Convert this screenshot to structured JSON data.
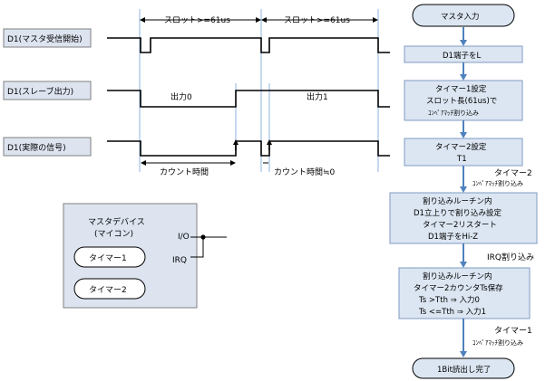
{
  "timing": {
    "slot1_label": "スロット>=61us",
    "slot2_label": "スロット>=61us",
    "signals": [
      {
        "label": "D1(マスタ受信開始)"
      },
      {
        "label": "D1(スレーブ出力)"
      },
      {
        "label": "D1(実際の信号)"
      }
    ],
    "output0": "出力0",
    "output1": "出力1",
    "count_time": "カウント時間",
    "count_time_zero": "カウント時間≒0"
  },
  "device": {
    "title": "マスタデバイス",
    "subtitle": "(マイコン)",
    "io": "I/O",
    "irq": "IRQ",
    "timer1": "タイマー1",
    "timer2": "タイマー2"
  },
  "flow": {
    "start": "マスタ入力",
    "step1": "D1端子をL",
    "step2": [
      "タイマー1設定",
      "スロット長(61us)で",
      "ｺﾝﾍﾟｱﾏｯﾁ割り込み"
    ],
    "step3": [
      "タイマー2設定",
      "T1"
    ],
    "edge1": [
      "タイマー2",
      "ｺﾝﾍﾟｱﾏｯﾁ割り込み"
    ],
    "step4": [
      "割り込みルーチン内",
      "D1立上りで割り込み設定",
      "タイマー2リスタート",
      "D1端子をHi-Z"
    ],
    "edge2": "IRQ割り込み",
    "step5": [
      "割り込みルーチン内",
      "タイマー2カウンタTs保存",
      "Ts >Tth ⇒ 入力0",
      "Ts <=Tth ⇒ 入力1"
    ],
    "edge3": [
      "タイマー1",
      "ｺﾝﾍﾟｱﾏｯﾁ割り込み"
    ],
    "end": "1Bit読出し完了"
  },
  "colors": {
    "signal_box_fill": "#dde4f0",
    "flow_box_fill": "#dce6f2",
    "flow_box_stroke": "#7f9bc3",
    "arrow": "#4f81bd",
    "guide_line": "#8db3e2"
  }
}
